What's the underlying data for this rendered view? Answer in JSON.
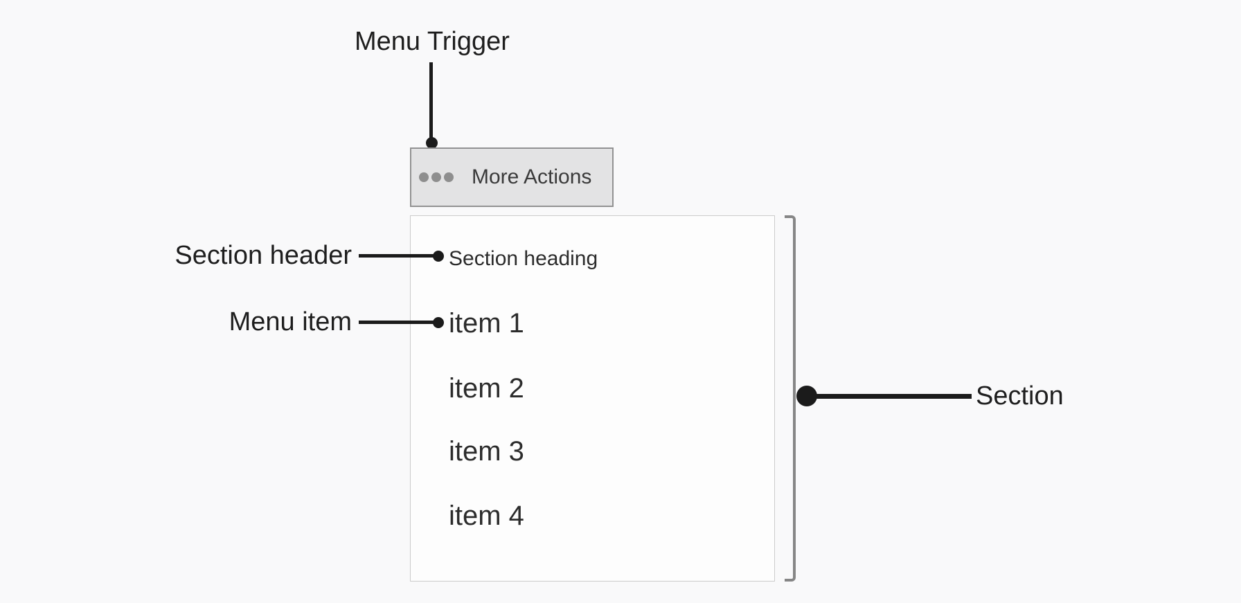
{
  "diagram": {
    "title": "menu-component-anatomy"
  },
  "annotations": {
    "menu_trigger": "Menu Trigger",
    "section_header": "Section header",
    "menu_item": "Menu item",
    "section": "Section"
  },
  "trigger": {
    "label": "More Actions",
    "icon": "ellipsis-icon"
  },
  "menu": {
    "section_heading": "Section heading",
    "items": [
      "item 1",
      "item 2",
      "item 3",
      "item 4"
    ]
  },
  "colors": {
    "page_background": "#f9f9fa",
    "annotation_ink": "#1b1b1b",
    "bracket": "#868686",
    "button_background": "#e3e3e4",
    "button_border": "#929292",
    "button_text": "#3a3a3a",
    "ellipsis_dots": "#8e8e8e",
    "panel_background": "#fdfdfd",
    "panel_border": "#cbcbcb",
    "menu_text": "#2c2c2c"
  }
}
